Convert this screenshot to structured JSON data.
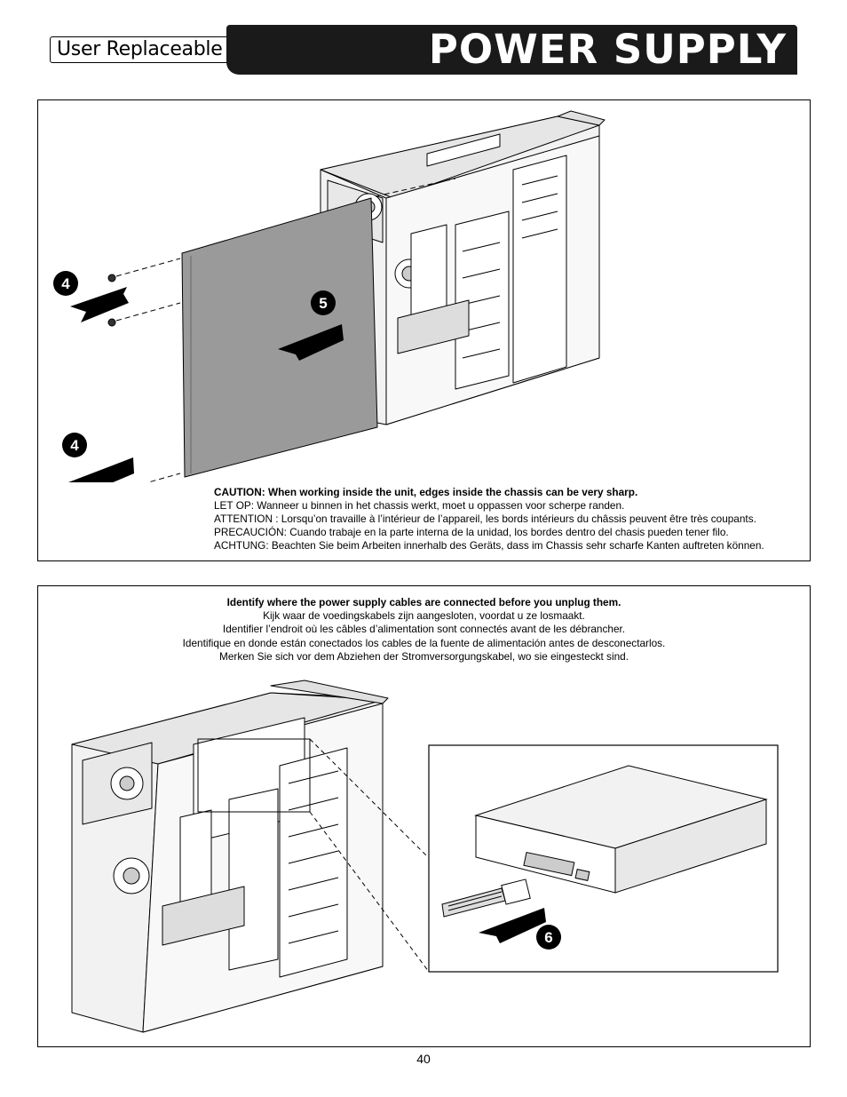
{
  "header": {
    "guide_label": "User Replaceable Parts Guide",
    "section_title": "POWER SUPPLY"
  },
  "panel1": {
    "steps": [
      "4",
      "5",
      "4"
    ],
    "caution_lines": [
      "CAUTION: When working inside the unit, edges inside the chassis can be very sharp.",
      "LET OP: Wanneer u binnen in het chassis werkt, moet u oppassen voor scherpe randen.",
      "ATTENTION : Lorsqu’on travaille à l’intérieur de l’appareil, les bords intérieurs du châssis peuvent être très coupants.",
      "PRECAUCIÓN: Cuando trabaje en la parte interna de la unidad, los bordes dentro del chasis pueden tener filo.",
      "ACHTUNG: Beachten Sie beim Arbeiten innerhalb des Geräts, dass im Chassis sehr scharfe Kanten auftreten können."
    ]
  },
  "panel2": {
    "step": "6",
    "identify_lines": [
      "Identify where the power supply cables are connected before you unplug them.",
      "Kijk waar de voedingskabels zijn aangesloten, voordat u ze losmaakt.",
      "Identifier l’endroit où les câbles d’alimentation sont connectés avant de les débrancher.",
      "Identifique en donde están conectados los cables de la fuente de alimentación antes de desconectarlos.",
      "Merken Sie sich vor dem Abziehen der Stromversorgungskabel, wo sie eingesteckt sind."
    ]
  },
  "footer": {
    "page_number": "40"
  },
  "colors": {
    "title_bar": "#1a1a1a",
    "panel_gray": "#9a9a9a",
    "line": "#000000"
  }
}
